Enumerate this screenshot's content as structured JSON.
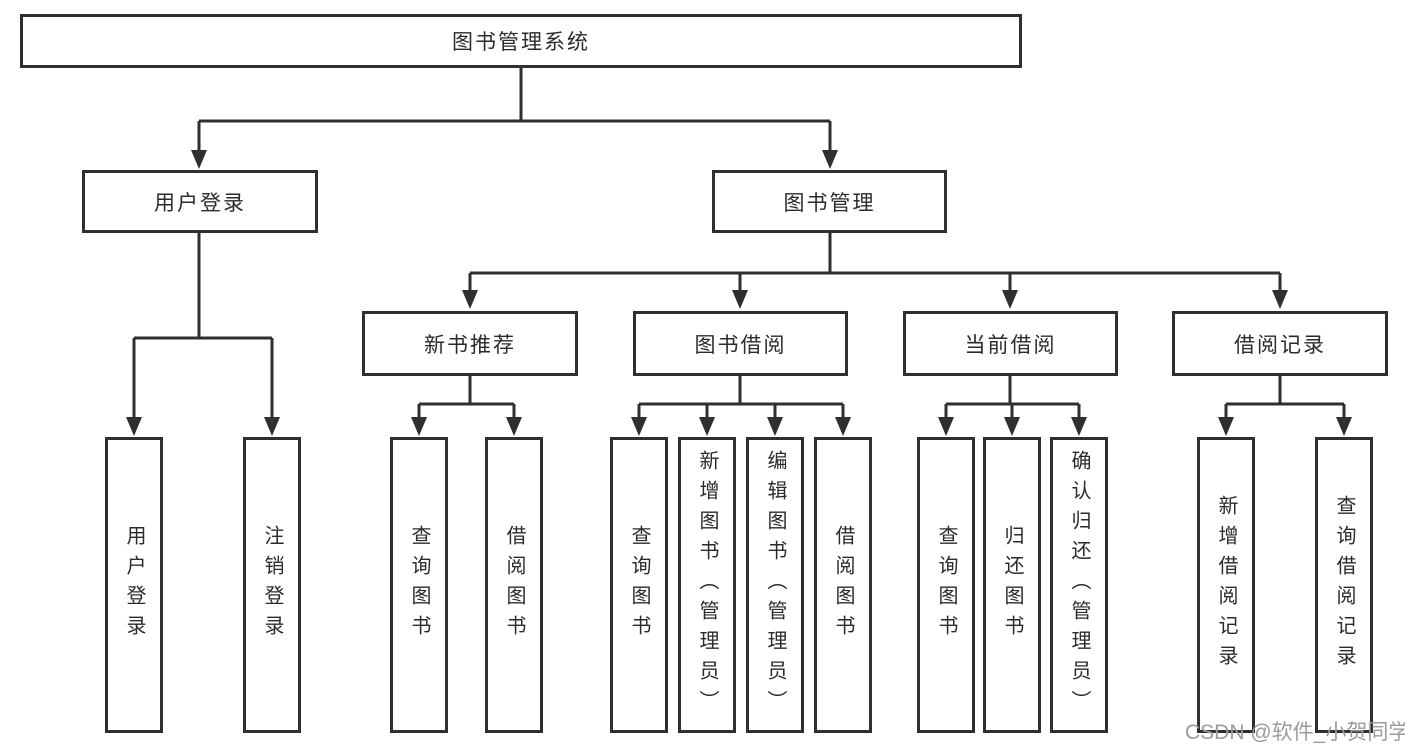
{
  "diagram_type": "function-structure-tree",
  "nodes": {
    "root": {
      "label": "图书管理系统"
    },
    "user_login": {
      "label": "用户登录"
    },
    "book_mgmt": {
      "label": "图书管理"
    },
    "new_book_rec": {
      "label": "新书推荐"
    },
    "book_borrow": {
      "label": "图书借阅"
    },
    "current_borrow": {
      "label": "当前借阅"
    },
    "borrow_records": {
      "label": "借阅记录"
    },
    "user_login_leaf": {
      "label": "用户登录"
    },
    "logout_leaf": {
      "label": "注销登录"
    },
    "query_book_a": {
      "label": "查询图书"
    },
    "borrow_book_a": {
      "label": "借阅图书"
    },
    "query_book_b": {
      "label": "查询图书"
    },
    "add_book": {
      "label": "新增图书（管理员）"
    },
    "edit_book": {
      "label": "编辑图书（管理员）"
    },
    "borrow_book_b": {
      "label": "借阅图书"
    },
    "query_book_c": {
      "label": "查询图书"
    },
    "return_book": {
      "label": "归还图书"
    },
    "confirm_return": {
      "label": "确认归还（管理员）"
    },
    "add_borrow_record": {
      "label": "新增借阅记录"
    },
    "query_borrow_record": {
      "label": "查询借阅记录"
    }
  },
  "hierarchy": {
    "图书管理系统": {
      "用户登录": [
        "用户登录",
        "注销登录"
      ],
      "图书管理": {
        "新书推荐": [
          "查询图书",
          "借阅图书"
        ],
        "图书借阅": [
          "查询图书",
          "新增图书（管理员）",
          "编辑图书（管理员）",
          "借阅图书"
        ],
        "当前借阅": [
          "查询图书",
          "归还图书",
          "确认归还（管理员）"
        ],
        "借阅记录": [
          "新增借阅记录",
          "查询借阅记录"
        ]
      }
    }
  },
  "watermark": {
    "text": "CSDN @软件_小贺同学"
  },
  "colors": {
    "background": "#ffffff",
    "line": "#2f2f2f",
    "box_border": "#2f2f2f",
    "text": "#2b2b2b",
    "watermark": "#9b9b9b"
  }
}
